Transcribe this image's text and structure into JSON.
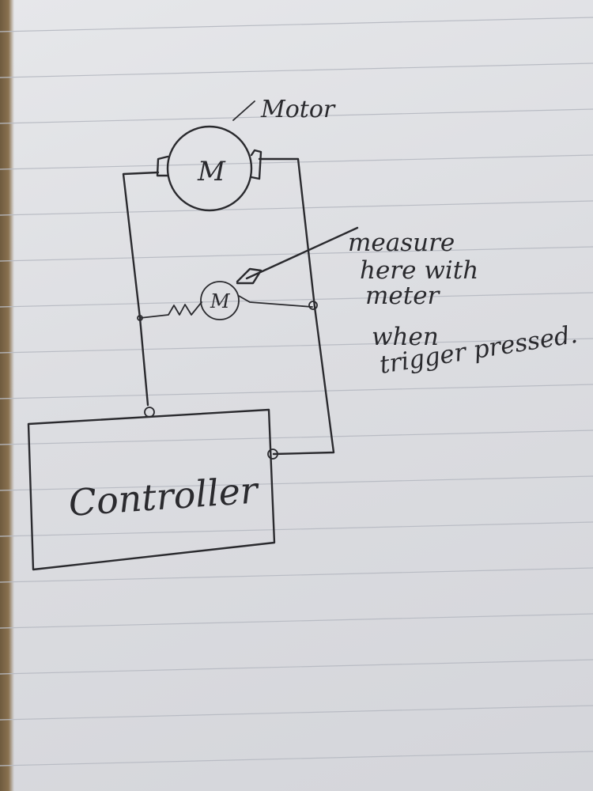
{
  "diagram": {
    "motor_label": "Motor",
    "main_motor_symbol": "M",
    "small_motor_symbol": "M",
    "controller_label": "Controller",
    "note_lines": [
      "measure",
      "here with",
      "meter",
      "when",
      "trigger pressed."
    ]
  },
  "colors": {
    "ink": "#2a2a2e",
    "paper": "#dcdde1",
    "rule_line": "#b9bcc4"
  }
}
